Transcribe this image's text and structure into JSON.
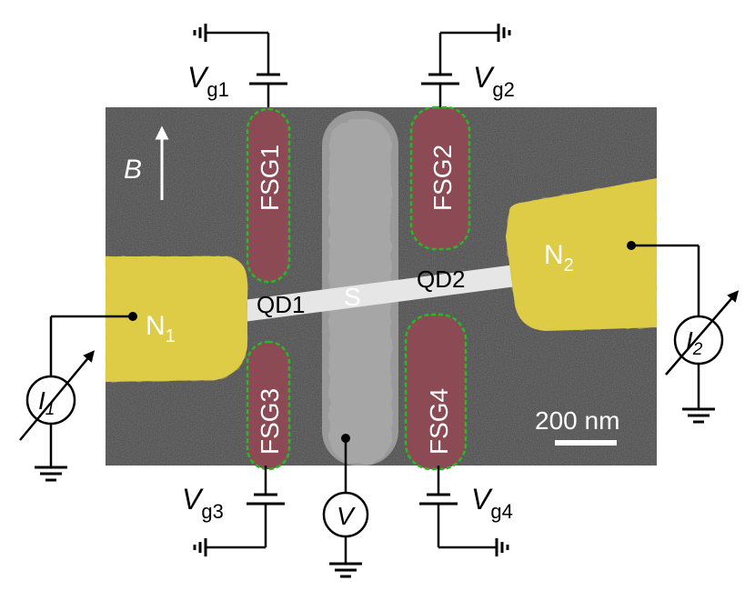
{
  "labels": {
    "field": "B",
    "gate1": "FSG1",
    "gate2": "FSG2",
    "gate3": "FSG3",
    "gate4": "FSG4",
    "superconductor": "S",
    "dot1": "QD1",
    "dot2": "QD2",
    "lead1_main": "N",
    "lead1_sub": "1",
    "lead2_main": "N",
    "lead2_sub": "2",
    "vg_main": "V",
    "vg1_sub": "g1",
    "vg2_sub": "g2",
    "vg3_sub": "g3",
    "vg4_sub": "g4",
    "current_main": "I",
    "current1_sub": "1",
    "current2_sub": "2",
    "voltmeter": "V",
    "scale_bar": "200 nm"
  },
  "colors": {
    "sem_background": "#4a4a4a",
    "lead_yellow": "#d9c63c",
    "gate_red": "#8c4a55",
    "gate_outline": "#22bb22",
    "superconductor_gray": "#9a9a9a",
    "nanowire": "#e6e6e6",
    "circuit": "#000000",
    "overlay_text": "#ffffff"
  }
}
